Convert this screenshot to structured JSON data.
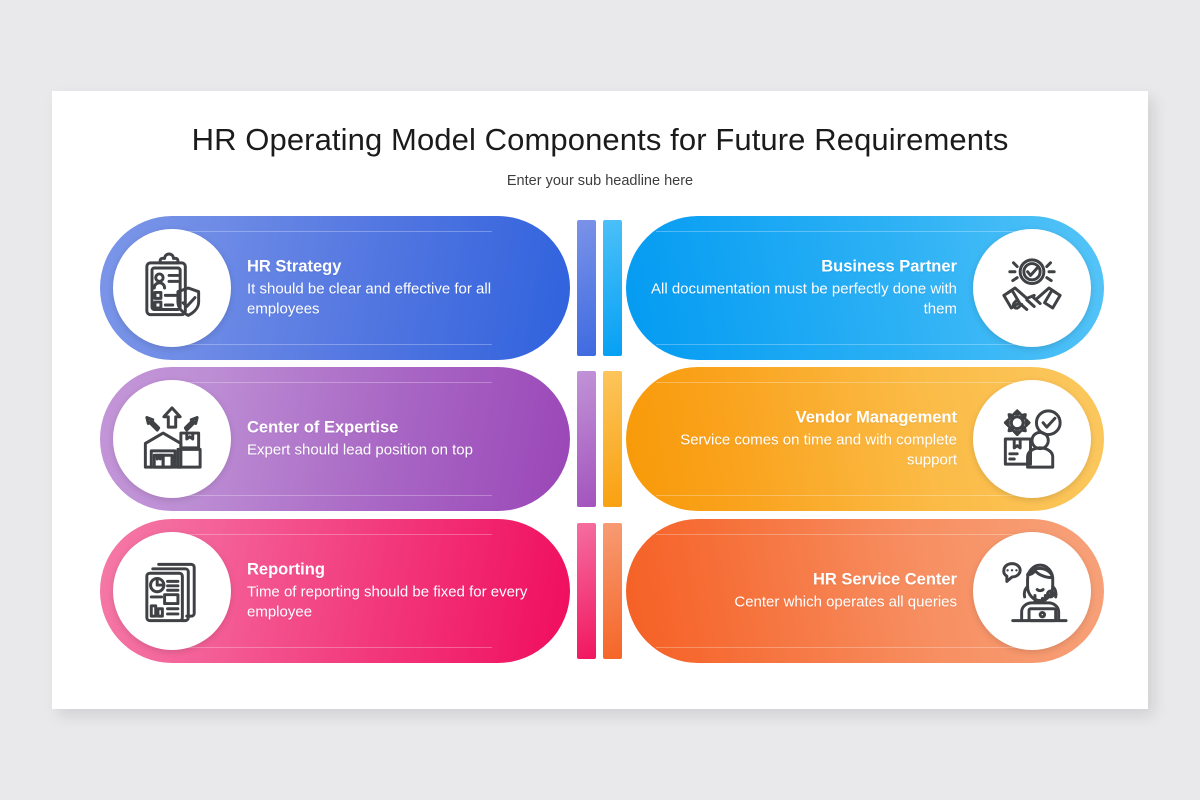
{
  "slide": {
    "title": "HR Operating Model Components for Future Requirements",
    "subtitle": "Enter your sub headline here"
  },
  "colors": {
    "background": "#e9e9eb",
    "slide_background": "#ffffff",
    "title_text": "#1b1b1b",
    "card_text": "#ffffff",
    "icon_stroke": "#3f4144",
    "hr_strategy": "#4f74e0",
    "business_partner": "#12a3f3",
    "center_of_expertise": "#a866c4",
    "vendor_management": "#faa21c",
    "reporting": "#f23579",
    "hr_service_center": "#f66f38"
  },
  "rows": [
    {
      "left": {
        "title": "HR Strategy",
        "description": "It should be clear and effective for all employees",
        "icon": "clipboard-shield-icon",
        "color": "#4f74e0"
      },
      "right": {
        "title": "Business Partner",
        "description": "All documentation must be perfectly done with them",
        "icon": "handshake-check-icon",
        "color": "#12a3f3"
      }
    },
    {
      "left": {
        "title": "Center of Expertise",
        "description": "Expert should lead position on top",
        "icon": "warehouse-arrows-icon",
        "color": "#a866c4"
      },
      "right": {
        "title": "Vendor Management",
        "description": "Service comes on time and with complete support",
        "icon": "gear-person-box-icon",
        "color": "#faa21c"
      }
    },
    {
      "left": {
        "title": "Reporting",
        "description": "Time of reporting should be fixed for every employee",
        "icon": "report-documents-icon",
        "color": "#f23579"
      },
      "right": {
        "title": "HR Service Center",
        "description": "Center which operates all queries",
        "icon": "support-agent-icon",
        "color": "#f66f38"
      }
    }
  ]
}
